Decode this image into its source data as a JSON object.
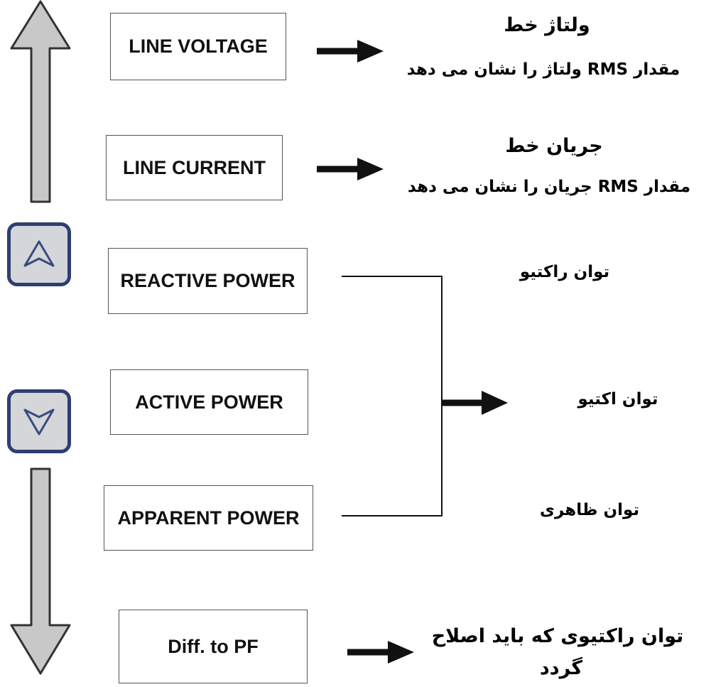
{
  "boxes": {
    "line_voltage": "LINE VOLTAGE",
    "line_current": "LINE CURRENT",
    "reactive_power": "REACTIVE POWER",
    "active_power": "ACTIVE POWER",
    "apparent_power": "APPARENT POWER",
    "diff_to_pf": "Diff. to PF"
  },
  "descriptions": {
    "voltage_title": "ولتاژ خط",
    "voltage_desc": "مقدار RMS ولتاژ را نشان می دهد",
    "current_title": "جریان خط",
    "current_desc": "مقدار RMS جریان را نشان می دهد",
    "reactive": "توان راکتیو",
    "active": "توان اکتیو",
    "apparent": "توان ظاهری",
    "diff_line1": "توان راکتیوی که باید اصلاح",
    "diff_line2": "گردد"
  },
  "icons": {
    "up_arrow": "up-arrow-icon",
    "down_arrow": "down-arrow-icon",
    "up_button": "triangle-up-icon",
    "down_button": "triangle-down-icon"
  },
  "colors": {
    "big_arrow_fill": "#c8c8c8",
    "button_border": "#2f3e72",
    "button_fill": "#d4d6da",
    "connector": "#111111"
  }
}
